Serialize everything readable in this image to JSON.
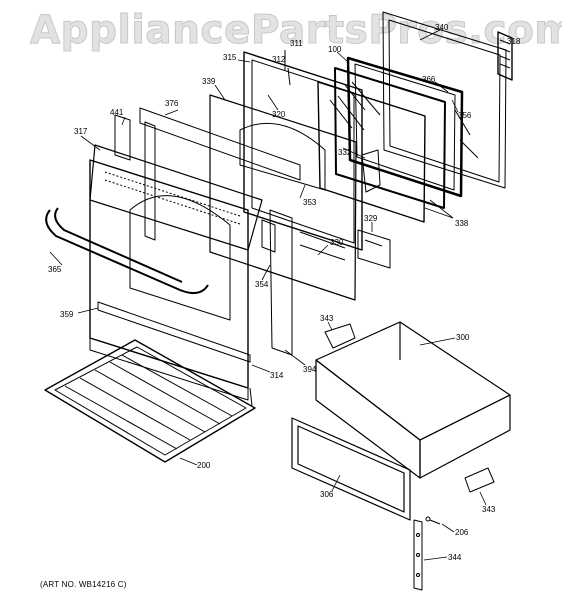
{
  "watermark": "AppliancePartsPros.com",
  "art_number": "(ART NO. WB14216 C)",
  "part_numbers": [
    "317",
    "441",
    "376",
    "339",
    "315",
    "311",
    "312",
    "320",
    "100",
    "340",
    "318",
    "366",
    "356",
    "332",
    "338",
    "329",
    "330",
    "353",
    "354",
    "365",
    "359",
    "314",
    "394",
    "343",
    "300",
    "200",
    "306",
    "206",
    "343",
    "344"
  ]
}
